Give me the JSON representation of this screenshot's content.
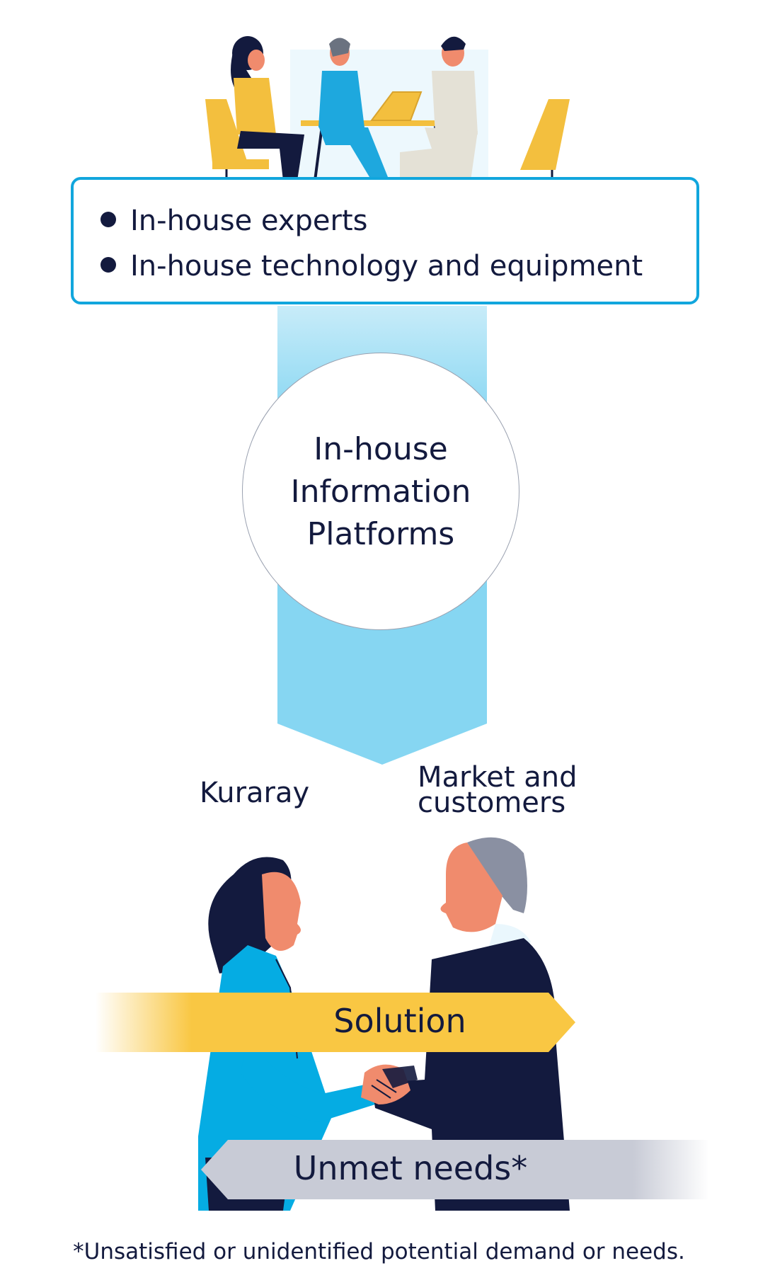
{
  "header_box": {
    "items": [
      "In-house experts",
      "In-house technology and equipment"
    ]
  },
  "center_circle": {
    "lines": [
      "In-house",
      "Information",
      "Platforms"
    ]
  },
  "parties": {
    "left_label": "Kuraray",
    "right_label_lines": [
      "Market and",
      "customers"
    ]
  },
  "arrows": {
    "solution": "Solution",
    "unmet_needs": "Unmet needs*"
  },
  "footnote": "*Unsatisfied or unidentified potential demand or needs.",
  "colors": {
    "box_border": "#11a6dd",
    "flow_arrow": "#86d6f2",
    "solution_arrow": "#f9c743",
    "needs_arrow": "#c8cbd6",
    "text": "#131a3e"
  }
}
